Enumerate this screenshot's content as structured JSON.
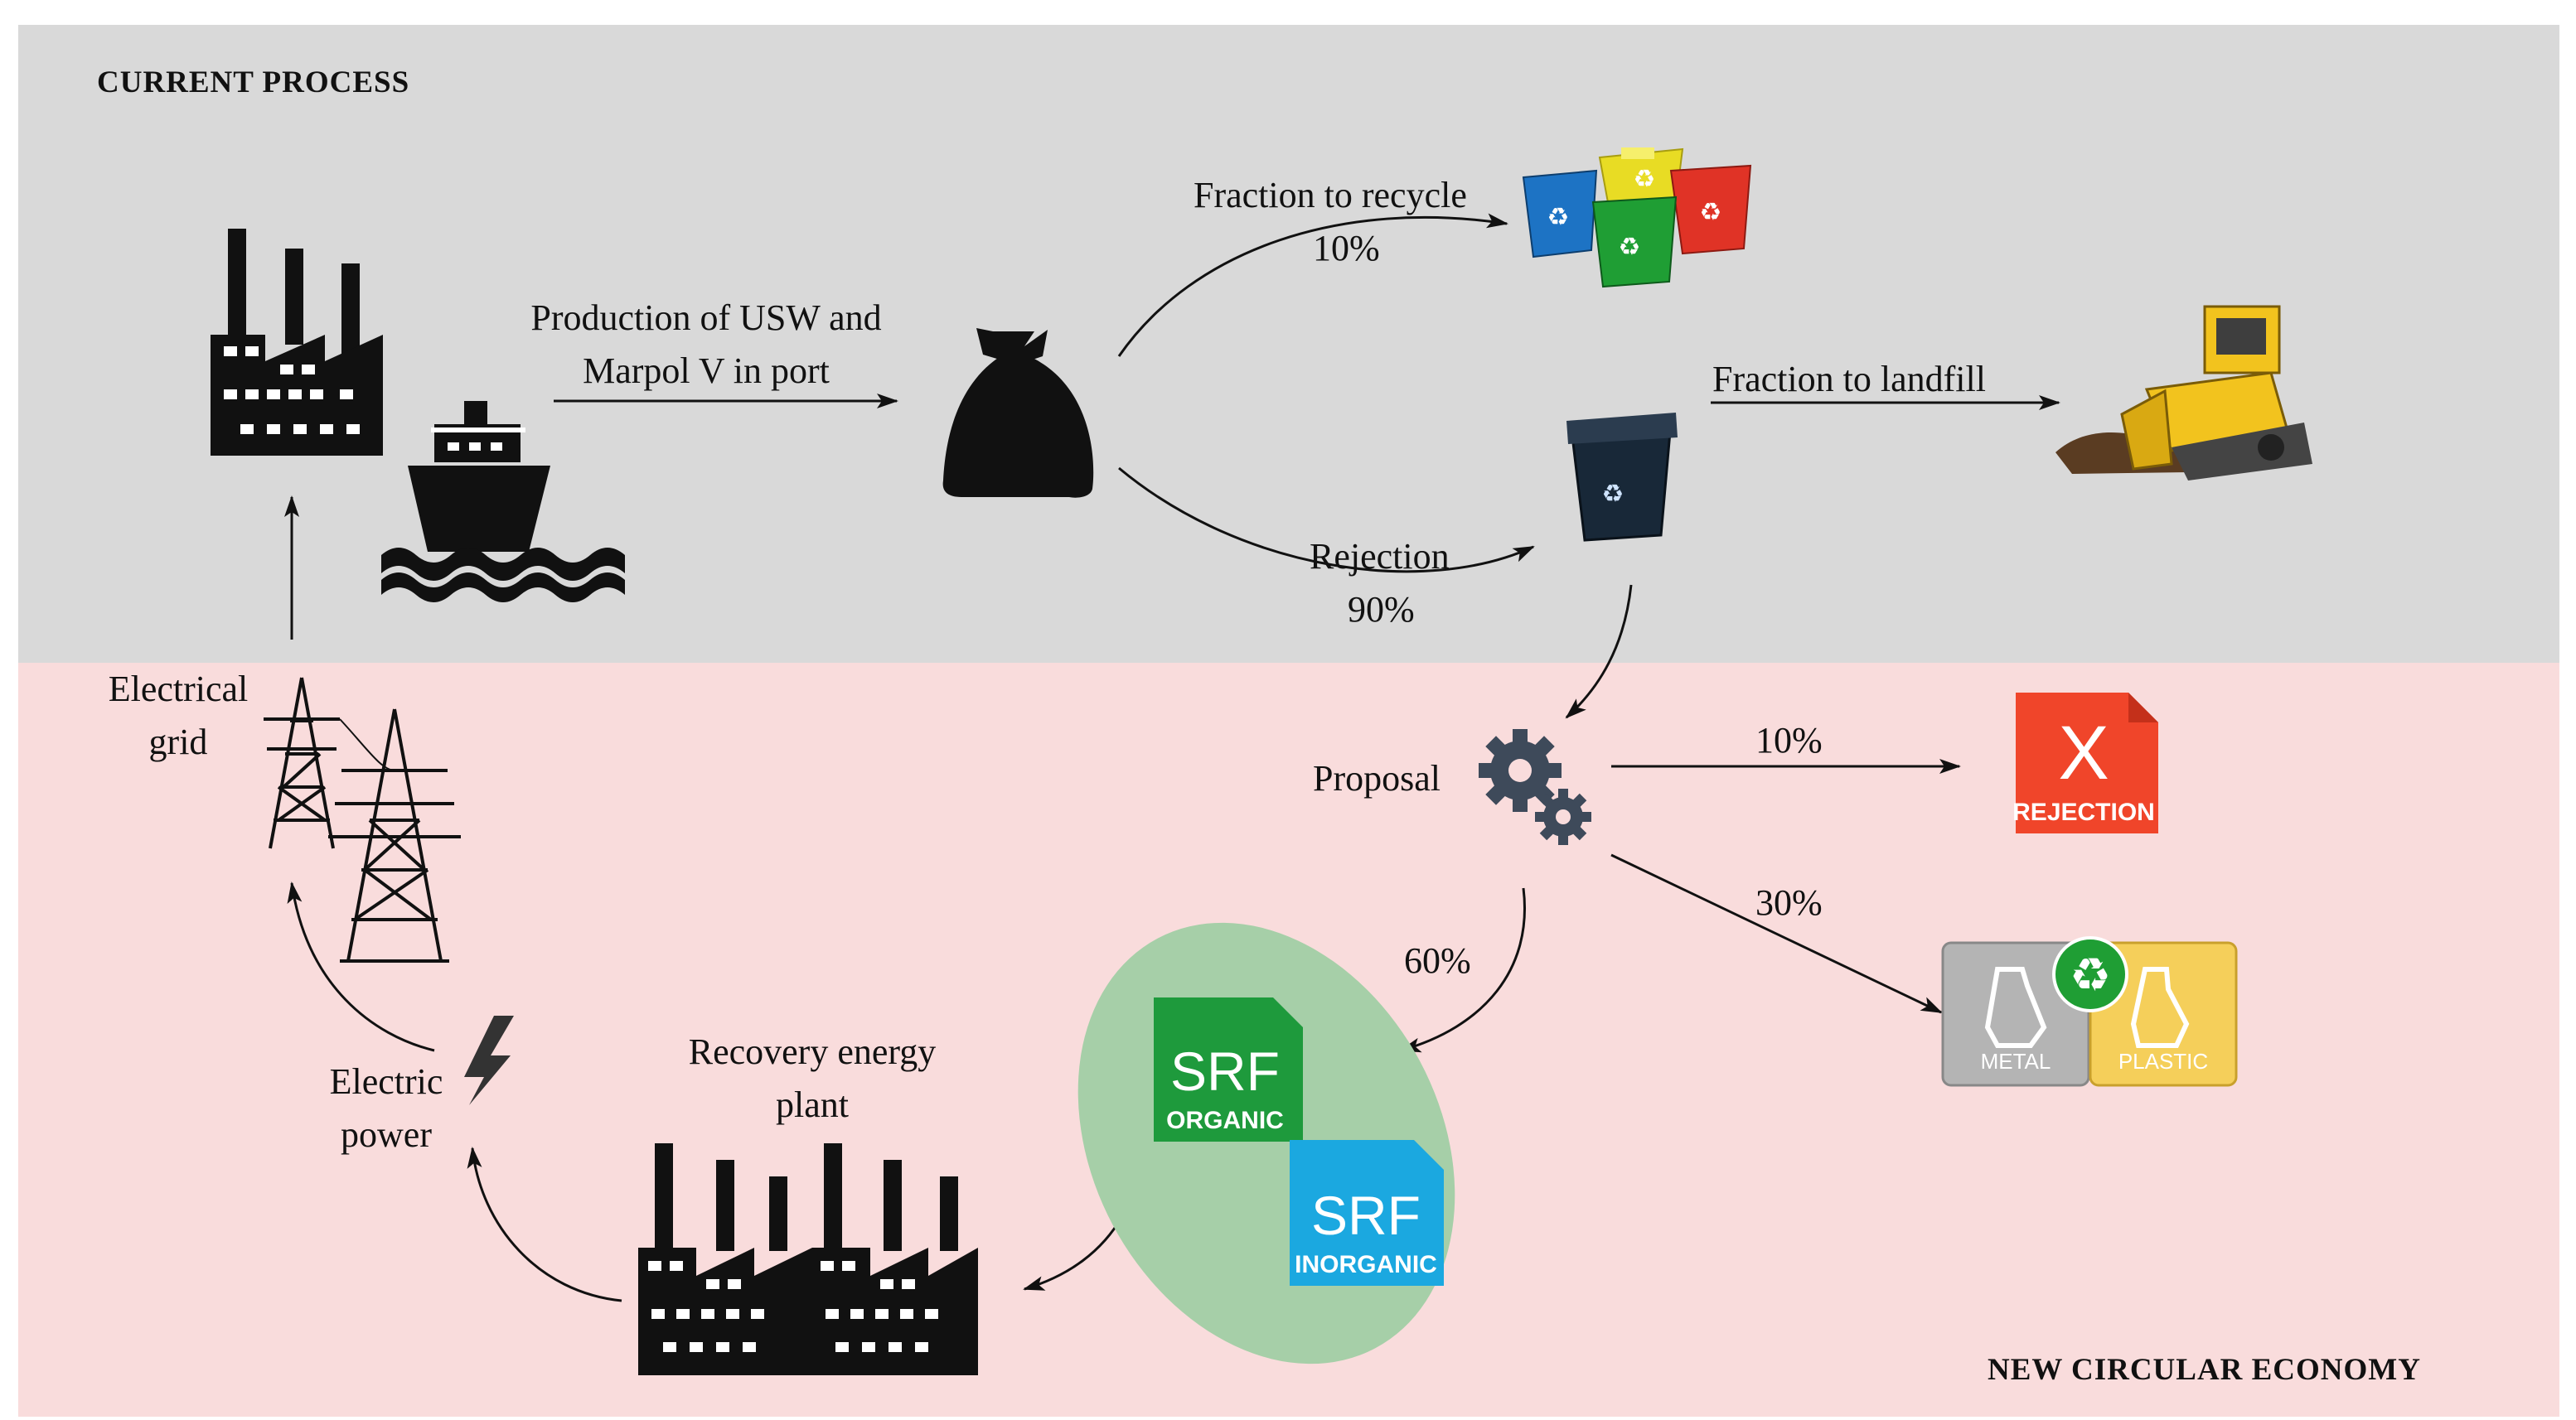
{
  "sections": {
    "current": "CURRENT  PROCESS",
    "new": "NEW  CIRCULAR  ECONOMY"
  },
  "labels": {
    "production_line1": "Production  of USW and",
    "production_line2": "Marpol V in port",
    "fraction_recycle": "Fraction to recycle",
    "recycle_pct": "10%",
    "rejection": "Rejection",
    "rejection_pct": "90%",
    "fraction_landfill": "Fraction to landfill",
    "electrical_line1": "Electrical",
    "electrical_line2": "grid",
    "proposal": "Proposal",
    "pct_reject": "10%",
    "pct_recycle": "30%",
    "pct_srf": "60%",
    "recovery_line1": "Recovery  energy",
    "recovery_line2": "plant",
    "electric_line1": "Electric",
    "electric_line2": "power"
  },
  "badges": {
    "rejection_icon_text": "REJECTION",
    "rejection_x": "X",
    "metal": "METAL",
    "plastic": "PLASTIC",
    "srf_organic_big": "SRF",
    "srf_organic_small": "ORGANIC",
    "srf_inorganic_big": "SRF",
    "srf_inorganic_small": "INORGANIC"
  },
  "colors": {
    "top_panel": "#d9d9d9",
    "bottom_panel": "#f9dcdc",
    "srf_organic": "#1e9a3c",
    "srf_inorganic": "#1ba8e0",
    "rejection_red": "#f0452a",
    "ellipse_green": "#a6cfa8"
  }
}
